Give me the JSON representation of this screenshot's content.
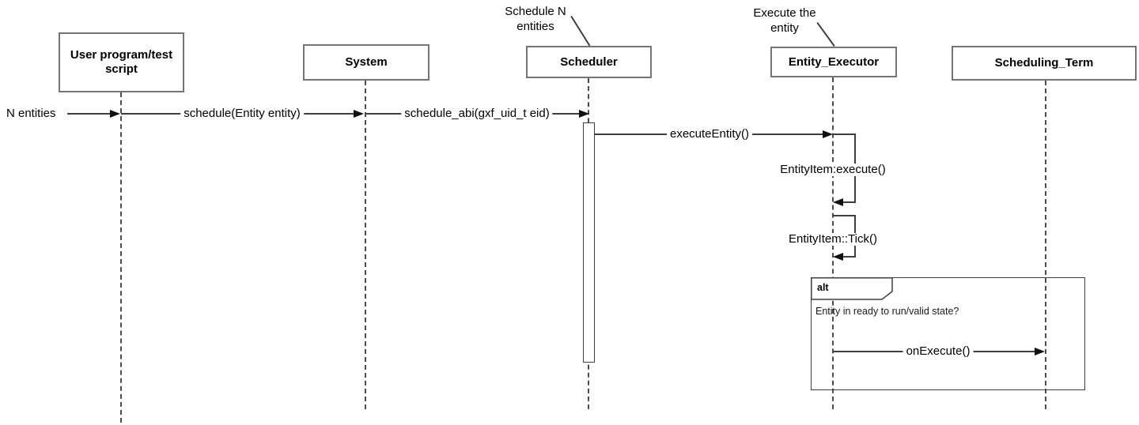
{
  "diagram": {
    "type": "uml-sequence",
    "colors": {
      "background": "#ffffff",
      "box_border": "#757575",
      "line": "#3f3f3f",
      "arrow": "#111111",
      "text": "#000000"
    }
  },
  "lifelines": [
    {
      "label": "User program/test script"
    },
    {
      "label": "System"
    },
    {
      "label": "Scheduler"
    },
    {
      "label": "Entity_Executor"
    },
    {
      "label": "Scheduling_Term"
    }
  ],
  "annotations": [
    {
      "target": "Scheduler",
      "text": "Schedule N entities"
    },
    {
      "target": "Entity_Executor",
      "text": "Execute the entity"
    }
  ],
  "messages": {
    "n_entities": "N entities",
    "schedule": "schedule(Entity entity)",
    "schedule_abi": "schedule_abi(gxf_uid_t eid)",
    "execute_entity": "executeEntity()",
    "entityitem_execute": "EntityItem:execute()",
    "entityitem_tick": "EntityItem::Tick()",
    "on_execute": "onExecute()"
  },
  "alt_frame": {
    "operator": "alt",
    "guard": "Entity in ready to run/valid state?"
  }
}
